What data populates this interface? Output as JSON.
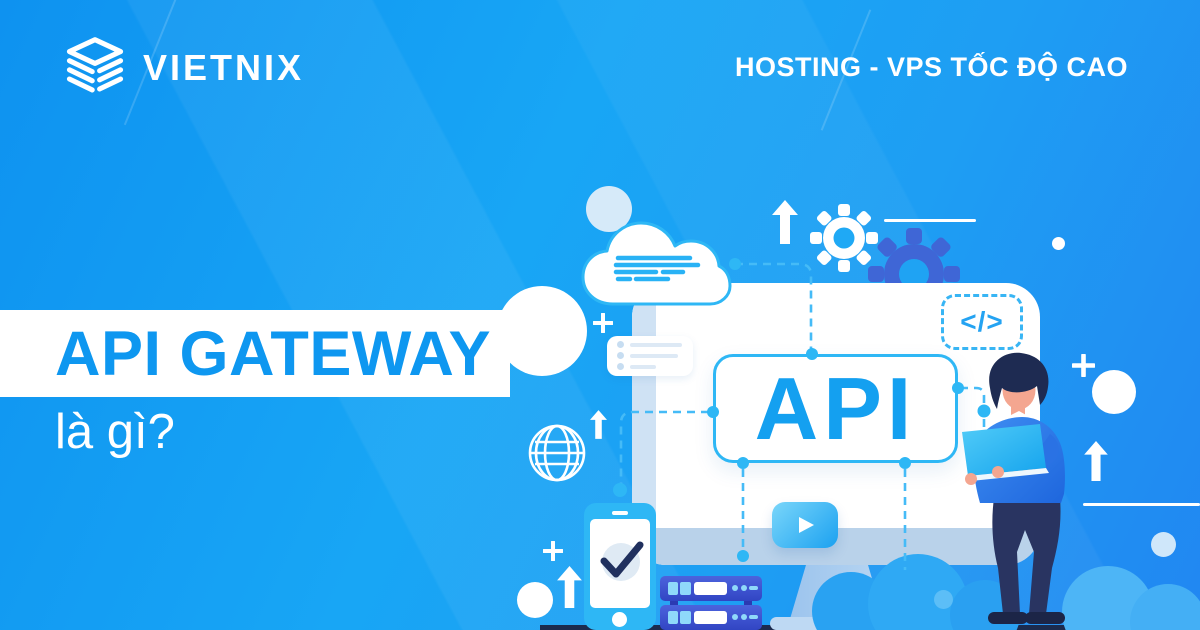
{
  "brand": {
    "name": "VIETNIX"
  },
  "header": {
    "tagline": "HOSTING - VPS TỐC ĐỘ CAO"
  },
  "title": {
    "main": "API GATEWAY",
    "sub": "là gì?"
  },
  "illustration": {
    "api_label": "API",
    "code_icon_text": "</>"
  },
  "colors": {
    "accent_blue": "#14a0f0",
    "outline_blue": "#2eb7f5",
    "background_top": "#18a6f5",
    "background_bottom": "#2187f2",
    "navy": "#1c2b4e",
    "server_indigo": "#4c63dd"
  }
}
